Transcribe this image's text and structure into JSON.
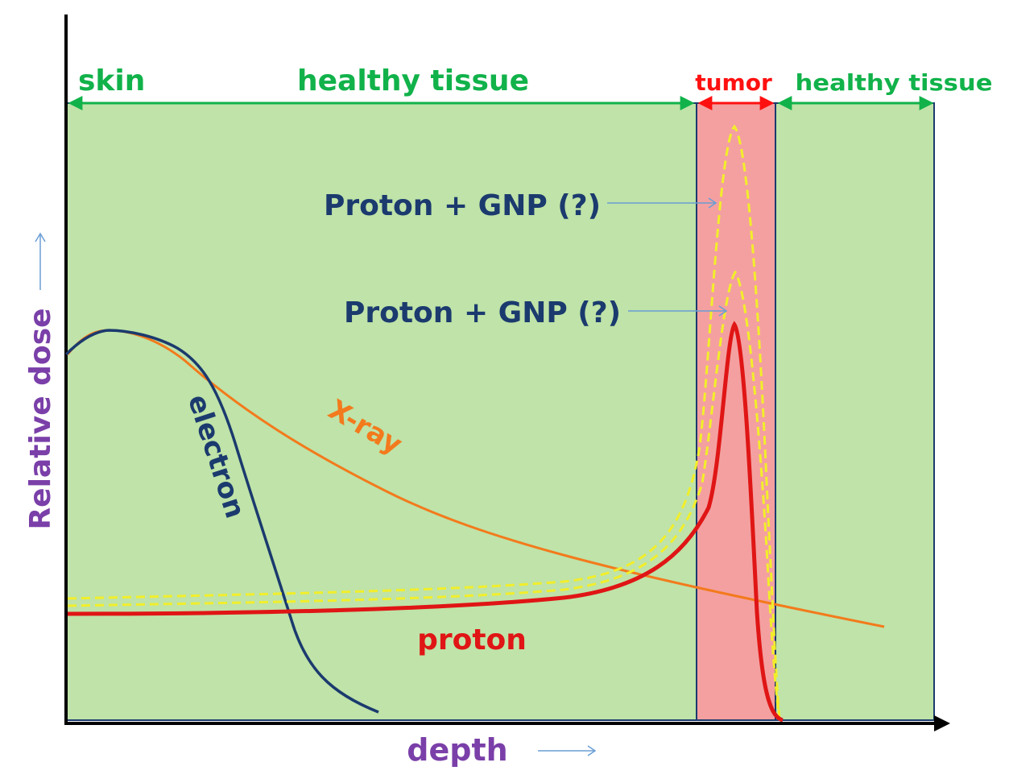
{
  "colors": {
    "tissue_fill": "#bfe3a8",
    "tumor_fill": "#f4a0a0",
    "region_label": "#11b24a",
    "tumor_label": "#ff1010",
    "axis_label": "#7a3fa8",
    "annotation": "#1b3a6e",
    "proton": "#e01515",
    "gnp": "#f2ee2a",
    "xray": "#f37a1c",
    "electron": "#1b3a6e",
    "arrow_hint": "#6a9ed4"
  },
  "regions": {
    "skin": "skin",
    "healthy_tissue_1": "healthy tissue",
    "tumor": "tumor",
    "healthy_tissue_2": "healthy tissue"
  },
  "axes": {
    "x_label": "depth",
    "y_label": "Relative dose"
  },
  "curves": {
    "xray": "X-ray",
    "electron": "electron",
    "proton": "proton",
    "gnp_high": "Proton + GNP (?)",
    "gnp_low": "Proton + GNP (?)"
  }
}
